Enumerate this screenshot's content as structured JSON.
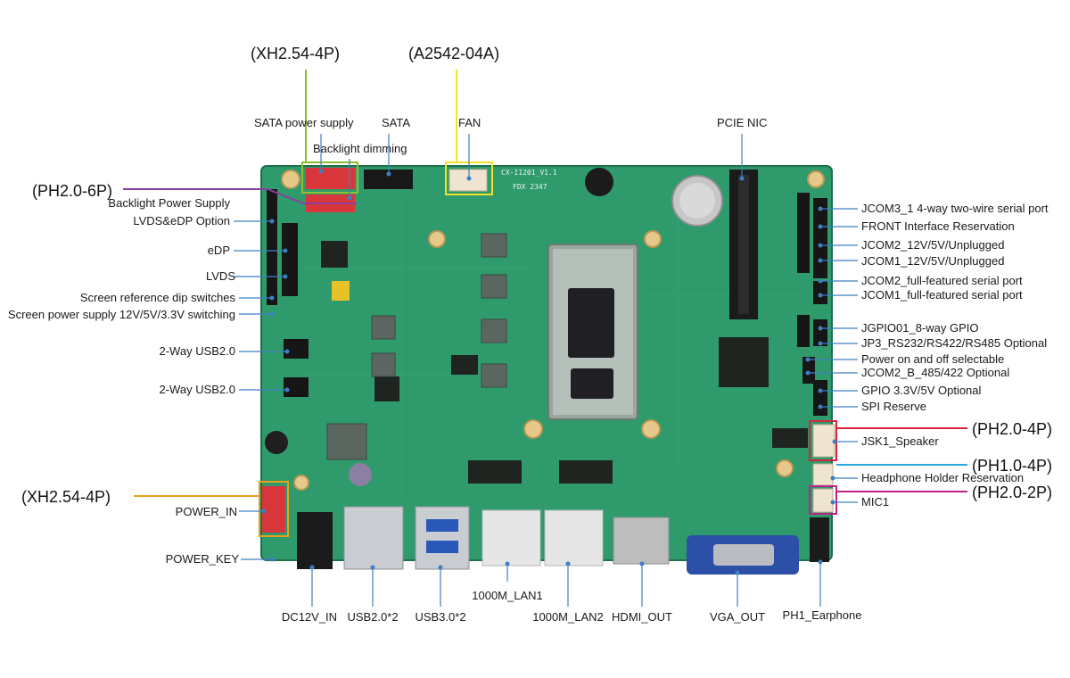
{
  "colors": {
    "pcb": "#2f9a6b",
    "pcb_dark": "#23805a",
    "leader": "#3d7fc4",
    "tag_green": "#8fbe2e",
    "tag_yellow": "#f2e32a",
    "tag_purple": "#8a3fa0",
    "tag_orange": "#e8a01c",
    "tag_red": "#d6243f",
    "tag_cyan": "#2aa8e0",
    "tag_magenta": "#c0208a"
  },
  "tags": {
    "sata_power": "(XH2.54-4P)",
    "fan": "(A2542-04A)",
    "backlight_power": "(PH2.0-6P)",
    "power_in": "(XH2.54-4P)",
    "speaker": "(PH2.0-4P)",
    "headphone": "(PH1.0-4P)",
    "mic": "(PH2.0-2P)"
  },
  "labels": {
    "top": {
      "sata_power": "SATA power supply",
      "sata": "SATA",
      "fan": "FAN",
      "backlight_dimming": "Backlight dimming",
      "pcie_nic": "PCIE NIC"
    },
    "left": {
      "backlight_power": "Backlight Power Supply",
      "lvds_edp": "LVDS&eDP Option",
      "edp": "eDP",
      "lvds": "LVDS",
      "screen_dip": "Screen reference dip switches",
      "screen_power": "Screen power supply 12V/5V/3.3V switching",
      "usb2_a": "2-Way USB2.0",
      "usb2_b": "2-Way USB2.0",
      "power_in": "POWER_IN",
      "power_key": "POWER_KEY"
    },
    "right": {
      "jcom3": "JCOM3_1 4-way two-wire serial port",
      "front": "FRONT Interface Reservation",
      "jcom2_pwr": "JCOM2_12V/5V/Unplugged",
      "jcom1_pwr": "JCOM1_12V/5V/Unplugged",
      "jcom2_full": "JCOM2_full-featured serial port",
      "jcom1_full": "JCOM1_full-featured serial port",
      "jgpio": "JGPIO01_8-way GPIO",
      "jp3": "JP3_RS232/RS422/RS485 Optional",
      "power_sel": "Power on and off selectable",
      "jcom2b": "JCOM2_B_485/422 Optional",
      "gpio_v": "GPIO 3.3V/5V Optional",
      "spi": "SPI Reserve",
      "speaker": "JSK1_Speaker",
      "headphone": "Headphone Holder Reservation",
      "mic": "MIC1"
    },
    "bottom": {
      "dc_in": "DC12V_IN",
      "usb2": "USB2.0*2",
      "usb3": "USB3.0*2",
      "lan1": "1000M_LAN1",
      "lan2": "1000M_LAN2",
      "hdmi": "HDMI_OUT",
      "vga": "VGA_OUT",
      "earphone": "PH1_Earphone"
    }
  },
  "board_text": {
    "model": "CX-I1201_V1.1",
    "date": "FDX 2347"
  }
}
